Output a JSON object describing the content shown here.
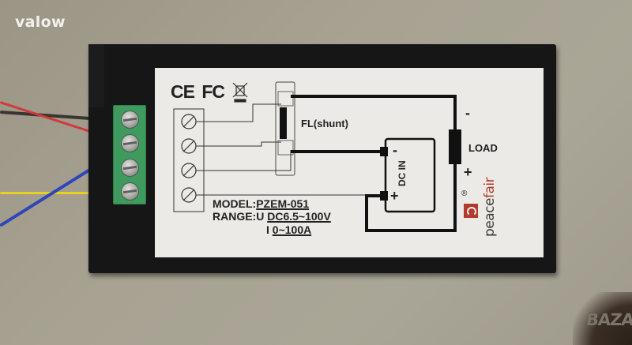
{
  "watermark": {
    "user": "valow",
    "site": "BAZAR"
  },
  "device": {
    "brand": "peacefair",
    "brand_parts": [
      "peace",
      "fair"
    ],
    "registered_mark": "®",
    "certifications": [
      "CE",
      "FC"
    ],
    "weee_icon": "crossed-bin-icon",
    "model_label": "MODEL:",
    "model_value": "PZEM-051",
    "range_label": "RANGE:U",
    "voltage_range": "DC6.5~100V",
    "current_label": "I",
    "current_range": "0~100A"
  },
  "diagram": {
    "shunt_label": "FL(shunt)",
    "load_label": "LOAD",
    "dc_in_label": "DC IN",
    "minus": "-",
    "plus": "+"
  },
  "wires": {
    "colors": {
      "black": "#3a3530",
      "red": "#d23a3a",
      "blue": "#2f45b8",
      "yellow": "#e8d020"
    }
  }
}
